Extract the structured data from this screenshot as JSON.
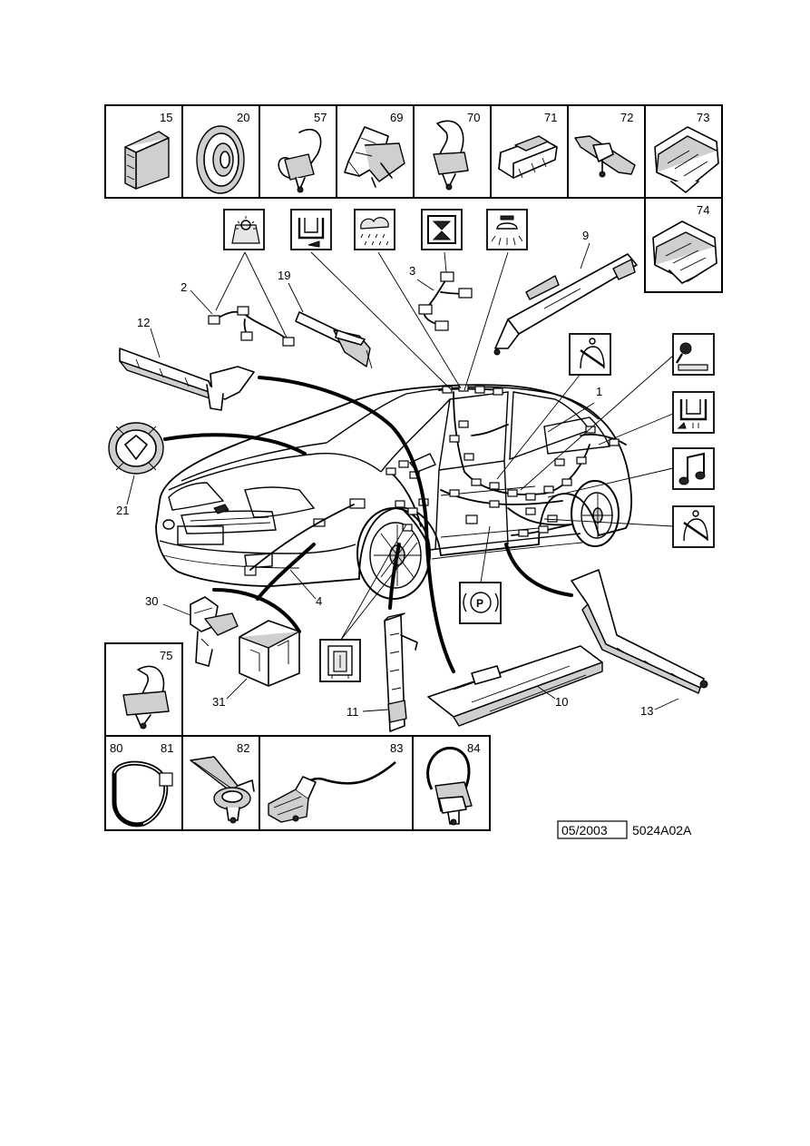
{
  "parts_row_top": [
    "15",
    "20",
    "57",
    "69",
    "70",
    "71",
    "72",
    "73"
  ],
  "part_74": "74",
  "part_75": "75",
  "parts_row_bottom": [
    "80",
    "81",
    "82",
    "83",
    "84"
  ],
  "callouts": {
    "c1": "1",
    "c2": "2",
    "c3": "3",
    "c4": "4",
    "c9": "9",
    "c10": "10",
    "c11": "11",
    "c12": "12",
    "c13": "13",
    "c19": "19",
    "c21": "21",
    "c30": "30",
    "c31": "31"
  },
  "footer": {
    "date": "05/2003",
    "ref": "5024A02A"
  }
}
